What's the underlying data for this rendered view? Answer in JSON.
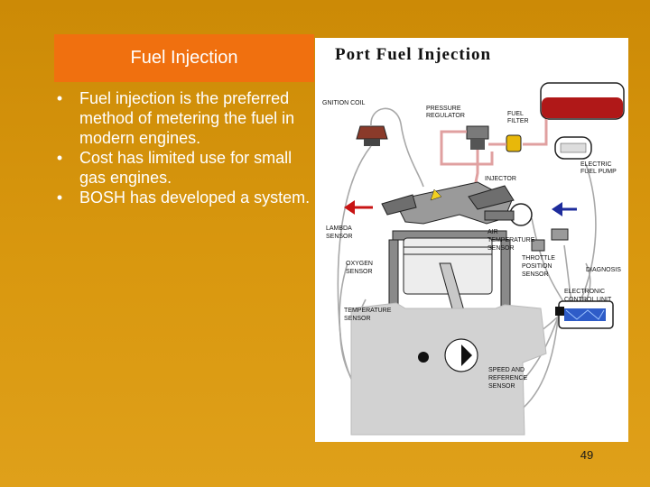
{
  "title": "Fuel Injection",
  "bullets": [
    "Fuel injection is the preferred method of metering the fuel in modern engines.",
    "Cost has limited use for small gas engines.",
    "BOSH has developed a system."
  ],
  "diagram": {
    "title": "Port Fuel Injection",
    "labels": {
      "ignition_coil": "GNITION COIL",
      "pressure_regulator_1": "PRESSURE",
      "pressure_regulator_2": "REGULATOR",
      "fuel_filter_1": "FUEL",
      "fuel_filter_2": "FILTER",
      "electric_fuel_pump_1": "ELECTRIC",
      "electric_fuel_pump_2": "FUEL PUMP",
      "injector": "INJECTOR",
      "lambda_sensor_1": "LAMBDA",
      "lambda_sensor_2": "SENSOR",
      "air_temp_sensor_1": "AIR",
      "air_temp_sensor_2": "TEMPERATURE",
      "air_temp_sensor_3": "SENSOR",
      "throttle_sensor_1": "THROTTLE",
      "throttle_sensor_2": "POSITION",
      "throttle_sensor_3": "SENSOR",
      "diagnosis": "DIAGNOSIS",
      "oxygen_sensor_1": "OXYGEN",
      "oxygen_sensor_2": "SENSOR",
      "ecu_1": "ELECTRONIC",
      "ecu_2": "CONTROL UNIT",
      "temperature_sensor_1": "TEMPERATURE",
      "temperature_sensor_2": "SENSOR",
      "speed_sensor_1": "SPEED AND",
      "speed_sensor_2": "REFERENCE",
      "speed_sensor_3": "SENSOR"
    }
  },
  "page_number": "49",
  "colors": {
    "background": "#D4920C",
    "title_box": "#F0700F",
    "fuel_tank": "#B01818",
    "arrow_red": "#C81414",
    "arrow_blue": "#1E2C9C"
  }
}
